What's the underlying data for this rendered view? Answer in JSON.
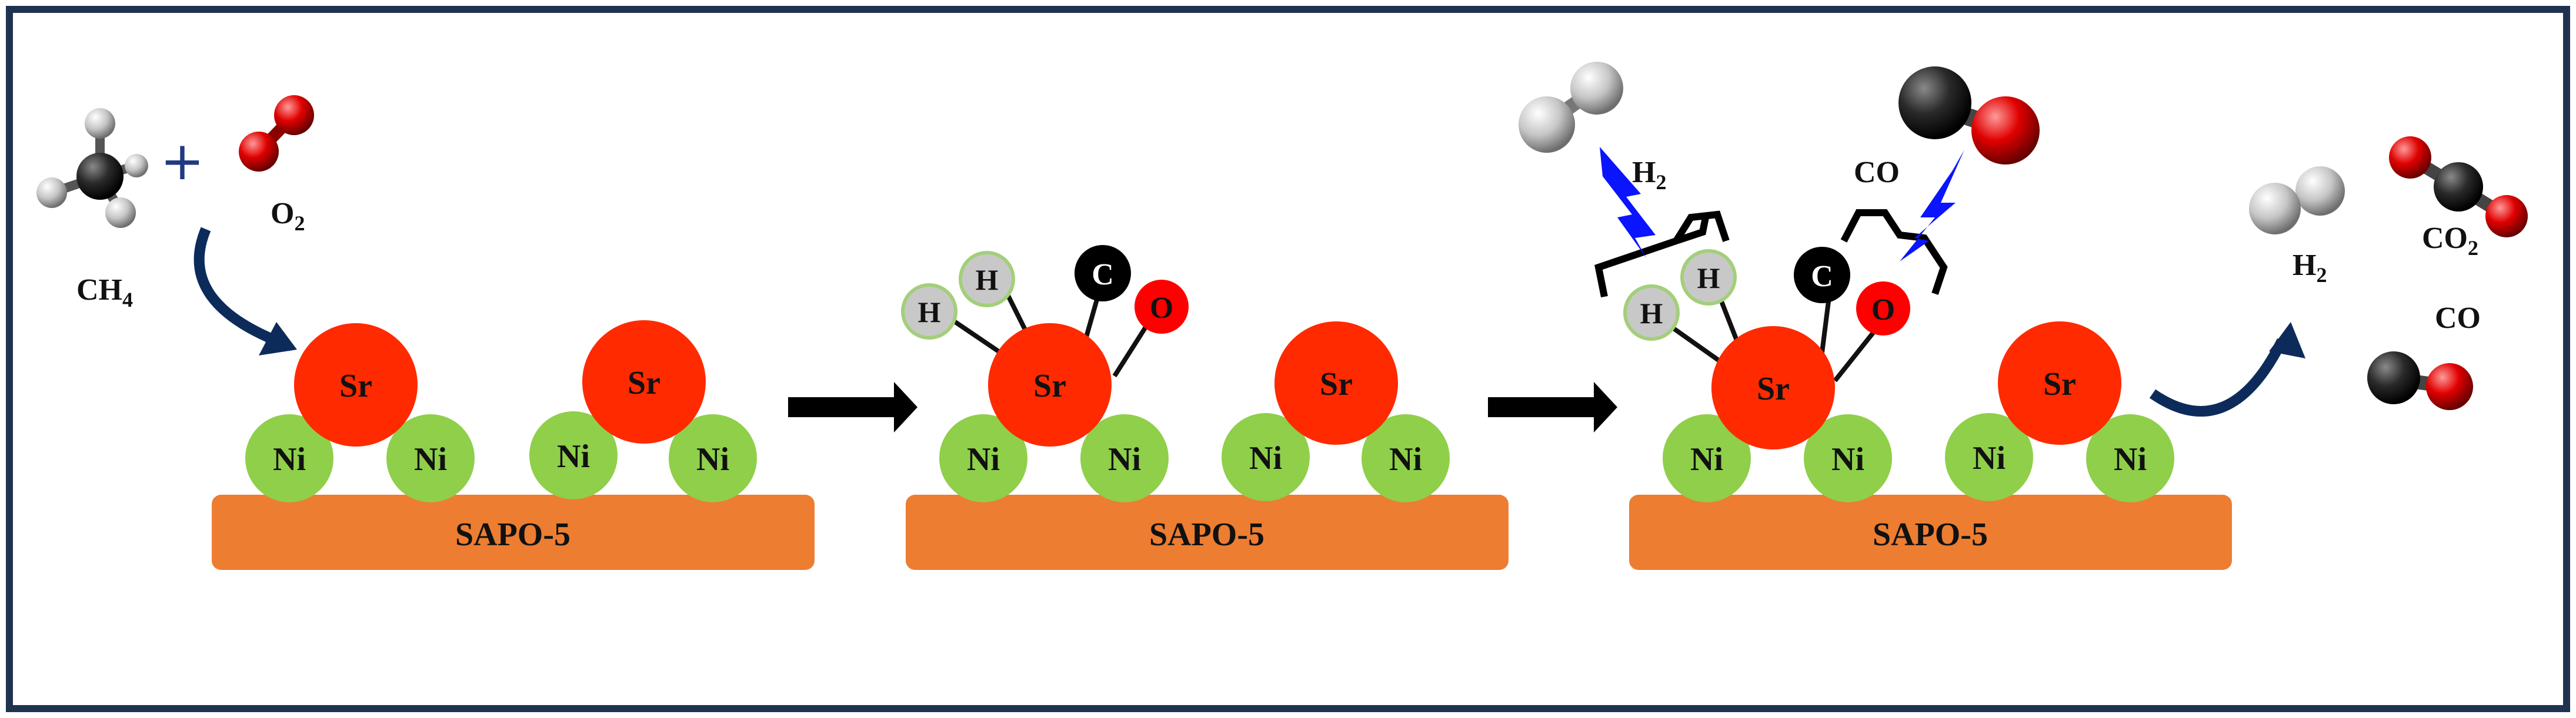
{
  "support_label": "SAPO-5",
  "atoms": {
    "sr": "Sr",
    "ni": "Ni",
    "h": "H",
    "c": "C",
    "o": "O"
  },
  "reactants": {
    "plus": "+",
    "ch4": "CH",
    "ch4_sub": "4",
    "o2": "O",
    "o2_sub": "2"
  },
  "desorption": {
    "h2": "H",
    "h2_sub": "2",
    "co": "CO"
  },
  "products": {
    "h2": "H",
    "h2_sub": "2",
    "co2": "CO",
    "co2_sub": "2",
    "co": "CO"
  },
  "colors": {
    "frame": "#1f3350",
    "support": "#ed7d31",
    "sr": "#ff2a00",
    "ni": "#8fcf4a",
    "h_atom": "#c8c8c8",
    "c_atom": "#000000",
    "o_atom": "#ff0000",
    "lightning": "#0a14ff",
    "curved_arrow": "#0d2b5a",
    "step_arrow": "#000000"
  }
}
